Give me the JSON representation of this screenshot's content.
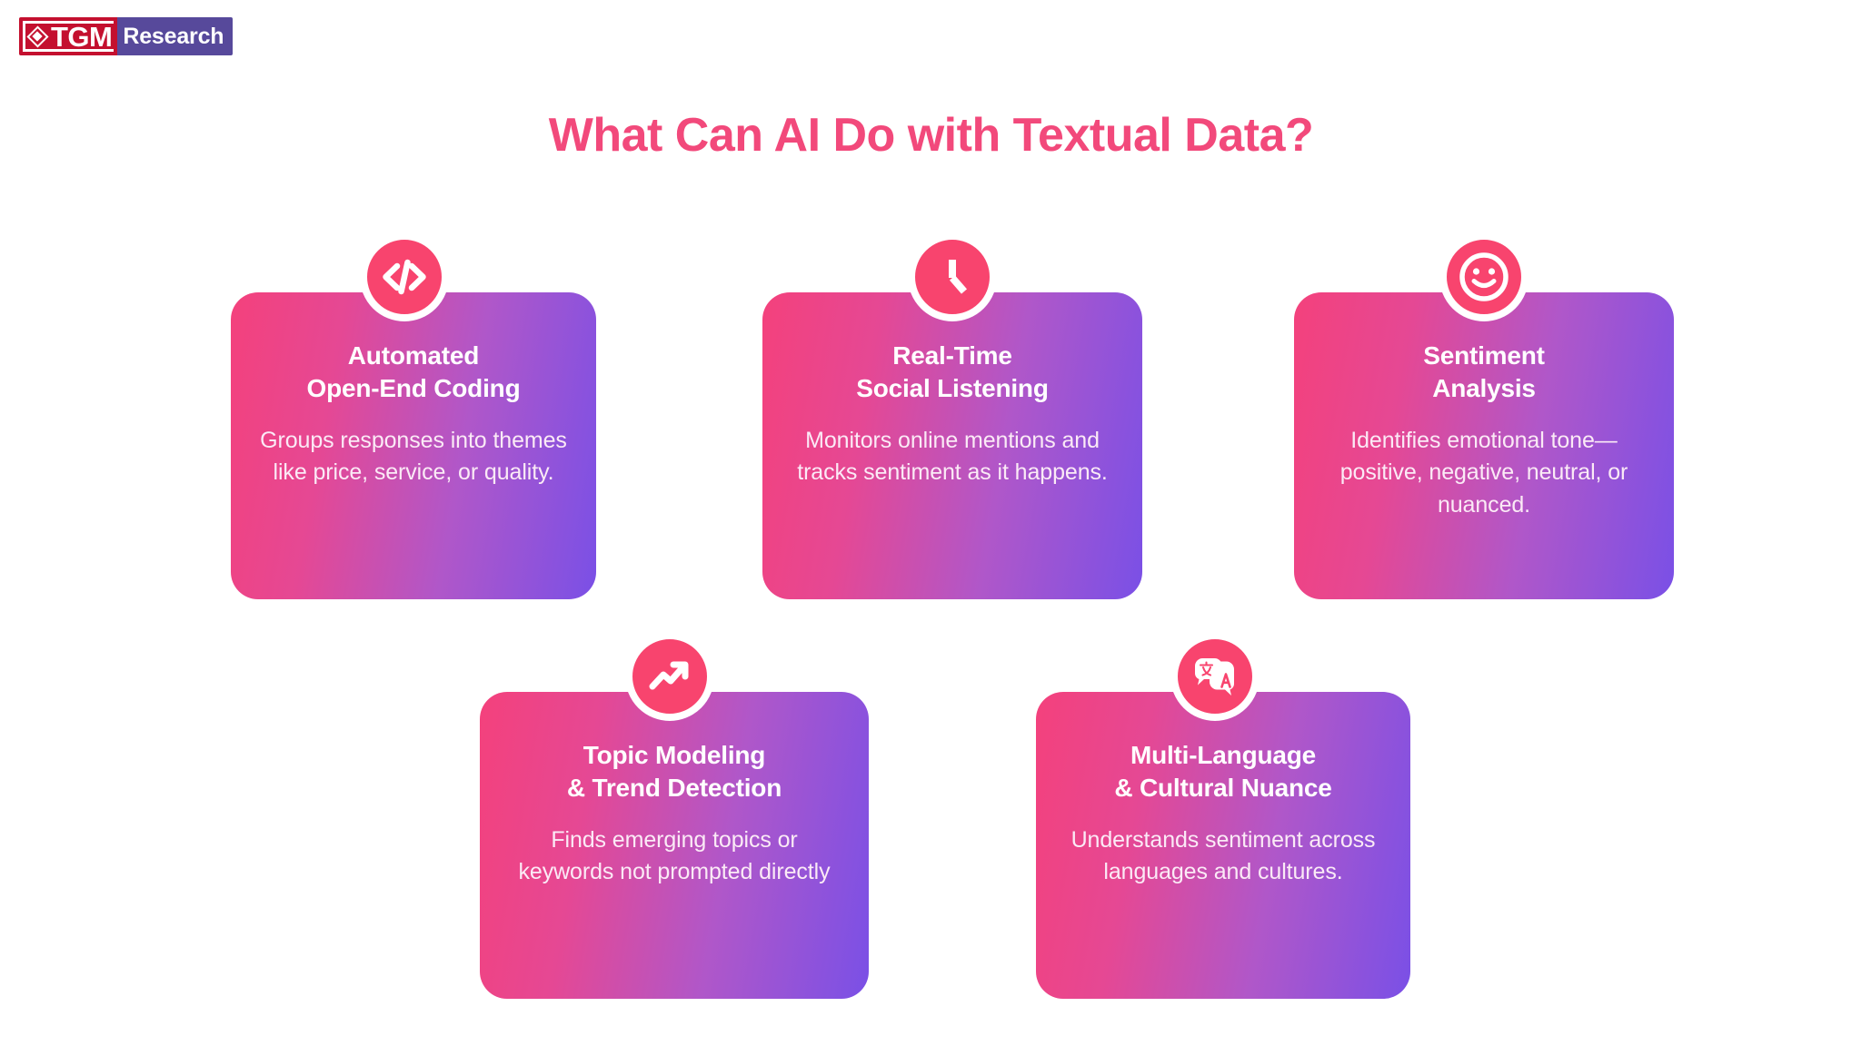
{
  "brand": {
    "logo_tgm": "TGM",
    "logo_research": "Research",
    "logo_colors": {
      "crimson": "#C4102F",
      "purple": "#57499B"
    }
  },
  "header": {
    "title": "What Can AI Do with Textual Data?",
    "title_color": "#F2497B"
  },
  "theme": {
    "card_gradient_start": "#F4417C",
    "card_gradient_end": "#7A50E6",
    "icon_badge_color": "#F8446E",
    "icon_ring_color": "#FFFFFF",
    "background": "#FFFFFF"
  },
  "cards": [
    {
      "id": "automated-open-end-coding",
      "icon": "code-icon",
      "title": "Automated\nOpen-End Coding",
      "description": "Groups responses into themes like price, service, or quality."
    },
    {
      "id": "real-time-social-listening",
      "icon": "clock-icon",
      "title": "Real-Time\nSocial Listening",
      "description": "Monitors online mentions and tracks sentiment as it happens."
    },
    {
      "id": "sentiment-analysis",
      "icon": "smiley-face-icon",
      "title": "Sentiment\nAnalysis",
      "description": "Identifies emotional tone—positive, negative, neutral, or nuanced."
    },
    {
      "id": "topic-modeling-trend-detection",
      "icon": "trending-up-icon",
      "title": "Topic Modeling\n& Trend Detection",
      "description": "Finds emerging topics or keywords not prompted directly"
    },
    {
      "id": "multi-language-cultural-nuance",
      "icon": "translate-icon",
      "title": "Multi-Language\n& Cultural Nuance",
      "description": "Understands sentiment across languages and cultures."
    }
  ]
}
